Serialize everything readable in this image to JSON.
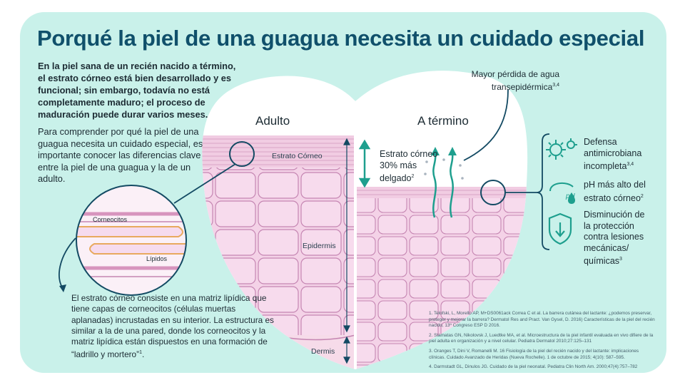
{
  "title": "Porqué la piel de una guagua necesita un cuidado especial",
  "intro": "En la piel sana de un recién nacido a término, el estrato córneo está bien desarrollado y es funcional; sin embargo, todavía no está completamente maduro; el proceso de maduración puede durar varios meses.",
  "paragraph": "Para comprender por qué la piel de una guagua necesita un cuidado especial, es importante conocer las diferencias clave entre la piel de una guagua y la de un adulto.",
  "adult": {
    "heading": "Adulto",
    "layer_stratum": "Estrato Córneo",
    "layer_epidermis": "Epidermis",
    "layer_dermis": "Dermis"
  },
  "term": {
    "heading": "A término",
    "stratum_note_line1": "Estrato córneo",
    "stratum_note_line2": "30% más",
    "stratum_note_line3": "delgado",
    "stratum_note_ref": "2"
  },
  "zoom": {
    "label_corneocytes": "Corneocitos",
    "label_lipids": "Lípidos"
  },
  "tewl": {
    "line1": "Mayor pérdida de agua",
    "line2": "transepidérmica",
    "ref": "3,4"
  },
  "features": [
    {
      "icon": "microbe-icon",
      "line1": "Defensa",
      "line2": "antimicrobiana",
      "line3": "incompleta",
      "ref": "3,4"
    },
    {
      "icon": "ph-drop-icon",
      "ph_label": "pH",
      "line1": "pH más alto del",
      "line2": "estrato córneo",
      "ref": "2"
    },
    {
      "icon": "shield-down-icon",
      "line1": "Disminución de",
      "line2": "la protección",
      "line3": "contra lesiones",
      "line4": "mecánicas/",
      "line5": "químicas",
      "ref": "3"
    }
  ],
  "bottom": {
    "text": "El estrato córneo consiste en una matriz lipídica que tiene capas de corneocitos (células muertas aplanadas) incrustadas en su interior. La estructura es similar a la de una pared, donde los corneocitos y la matriz lipídica están dispuestos en una formación de “ladrillo y mortero”",
    "ref": "1"
  },
  "references": [
    "1. Telofski, L, Morello AP, M+DS0061ack Correa C et al. La barrera cutánea del lactante: ¿podemos preservar, proteger y mejorar la barrera? Dermatol Res and Pract. Van Gysel, D. 2016) Características de la piel del recién nacido, 13º Congreso ESP D 2016.",
    "2. Stamatas GN, Nikolovsk J, Luedtke MA, et al. Microestructura de la piel infantil evaluada en vivo difiere de la piel adulta en organización y a nivel celular. Pediatra Dermatol 2010;27:125–131",
    "3. Oranges T, Dini V, Romanelli M. 16 Fisiología de la piel del recién nacido y del lactante: implicaciones clínicas. Cuidado Avanzado de Heridas (Nueva Rochelle). 1 de octubre de 2015; 4(10): 587–595.",
    "4. Darmstadt GL, Dinulos JG. Cuidado de la piel neonatal. Pediatra Clin North Am. 2000;47(4):757–782"
  ],
  "colors": {
    "panel": "#c9f1ea",
    "title": "#10506b",
    "navy_line": "#134a63",
    "teal_icon": "#1e9f8e",
    "skin_pink": "#f3cde4",
    "cell_border": "#c27fae"
  }
}
